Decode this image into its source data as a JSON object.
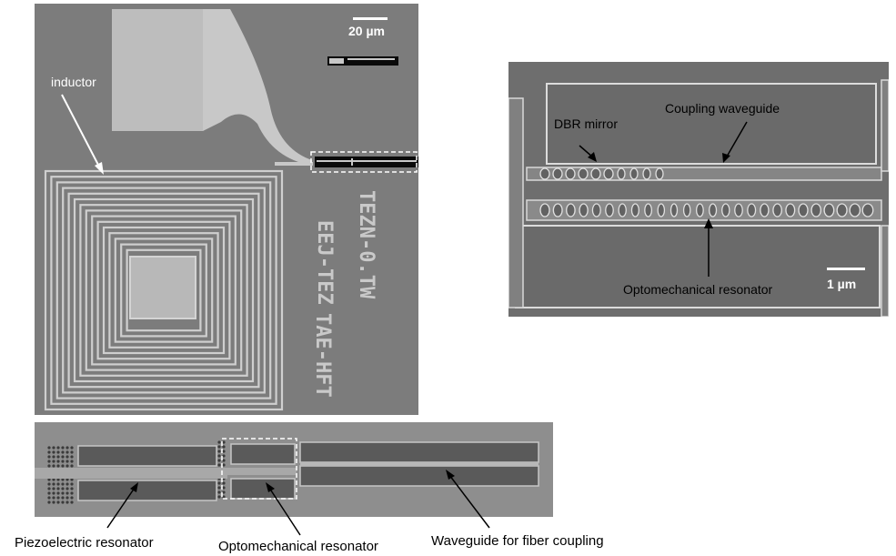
{
  "panel_a": {
    "scale_bar": "20 µm",
    "label_inductor": "inductor",
    "chip_text_1": "TEZN-0.TW",
    "chip_text_2": "EEJ-TEZ",
    "chip_text_3": "TAE-HFT"
  },
  "panel_b": {
    "scale_bar": "1 µm",
    "label_dbr": "DBR mirror",
    "label_coupling": "Coupling waveguide",
    "label_resonator": "Optomechanical resonator"
  },
  "panel_c": {
    "label_piezo": "Piezoelectric resonator",
    "label_opto": "Optomechanical resonator",
    "label_waveguide": "Waveguide for fiber coupling"
  }
}
